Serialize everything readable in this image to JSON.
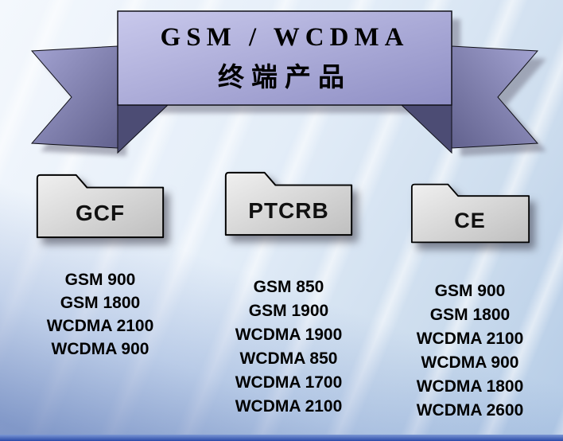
{
  "banner": {
    "line1": "GSM / WCDMA",
    "line2": "终端产品"
  },
  "columns": [
    {
      "folder_label": "GCF",
      "items": [
        "GSM 900",
        "GSM 1800",
        "WCDMA 2100",
        "WCDMA 900"
      ]
    },
    {
      "folder_label": "PTCRB",
      "items": [
        "GSM 850",
        "GSM 1900",
        "WCDMA 1900",
        "WCDMA 850",
        "WCDMA 1700",
        "WCDMA 2100"
      ]
    },
    {
      "folder_label": "CE",
      "items": [
        "GSM 900",
        "GSM 1800",
        "WCDMA 2100",
        "WCDMA 900",
        "WCDMA 1800",
        "WCDMA 2600"
      ]
    }
  ],
  "colors": {
    "ribbon_panel": "#a7a7d6",
    "ribbon_tail": "#7d7daf",
    "ribbon_fold": "#4c4c74",
    "folder_fill": "#d9d9d9",
    "background_top": "#eef4fb",
    "background_bottom": "#b4cbe6",
    "bottom_strip": "#2a4aa8",
    "text": "#000000"
  }
}
